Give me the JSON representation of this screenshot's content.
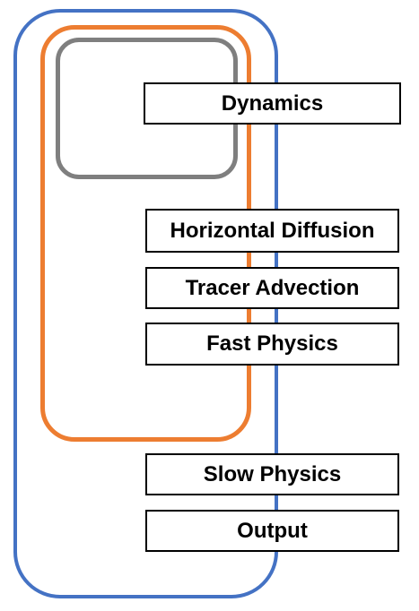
{
  "colors": {
    "outer_loop": "#4472C4",
    "middle_loop": "#ED7D31",
    "inner_loop": "#7F7F7F",
    "box_border": "#000000",
    "text": "#000000"
  },
  "steps": {
    "dynamics": "Dynamics",
    "horizontal_diffusion": "Horizontal Diffusion",
    "tracer_advection": "Tracer Advection",
    "fast_physics": "Fast Physics",
    "slow_physics": "Slow Physics",
    "output": "Output"
  }
}
